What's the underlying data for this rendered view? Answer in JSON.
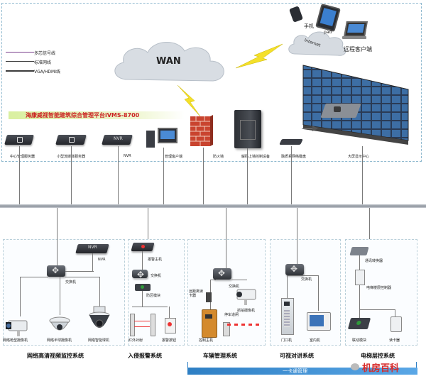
{
  "top": {
    "wan": "WAN",
    "internet": "Internet",
    "phone": "手机",
    "pad": "pad",
    "remote": "远程客户端",
    "legend": [
      "多芯信号线",
      "标准网线",
      "VGA/HDMI线"
    ],
    "platform": "海康威视智能建筑综合管理平台iVMS-8700",
    "devices": {
      "central_server": "中心管理服务器",
      "streaming_server": "小型流媒体服务器",
      "nvr": "NVR",
      "nvr_device": "NVR",
      "client": "管理客户端",
      "firewall": "防火墙",
      "decoder": "解码上墙控制设备",
      "keyboard": "融质系网络键盘",
      "video_wall": "大屏显示中心"
    }
  },
  "systems": {
    "video": {
      "title": "网络高清视频监控系统",
      "nvr": "NVR",
      "nvr_device": "NVR",
      "switch": "交换机",
      "cam1": "网络枪型摄像机",
      "cam2": "网络半球摄像机",
      "cam3": "网络智能球机"
    },
    "alarm": {
      "title": "入侵报警系统",
      "host": "报警主机",
      "switch": "交换机",
      "module": "防区模块",
      "ir": "红外对射",
      "button": "报警按钮"
    },
    "parking": {
      "title": "车辆管理系统",
      "switch": "交换机",
      "reader": "远距离读卡器",
      "camera": "抓拍摄像机",
      "controller": "控制主机",
      "gate": "停车道闸"
    },
    "intercom": {
      "title": "可视对讲系统",
      "switch": "交换机",
      "door": "门口机",
      "indoor": "室内机"
    },
    "elevator": {
      "title": "电梯层控系统",
      "converter": "通讯转换器",
      "floor_ctrl": "电梯楼层控制器",
      "module": "联动模块",
      "reader": "读卡器"
    }
  },
  "bottom": {
    "card": "一卡通管理",
    "watermark": "机房百科"
  }
}
